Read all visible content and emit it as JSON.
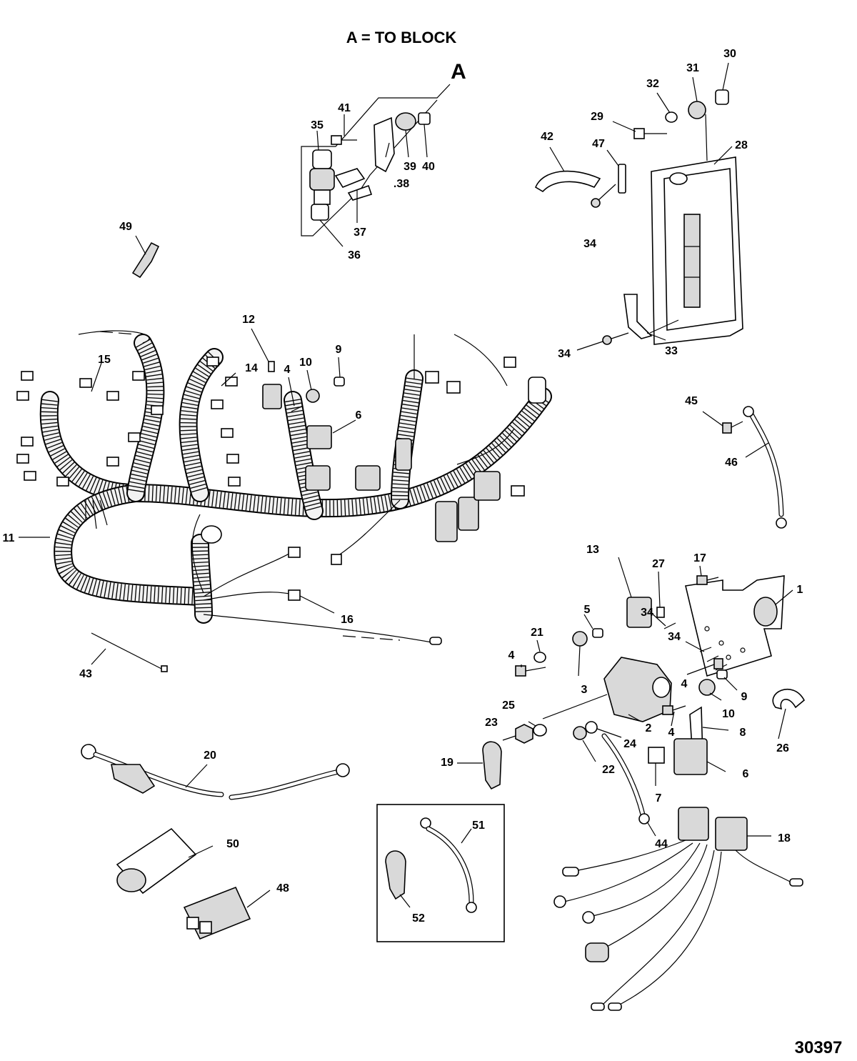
{
  "title": "A = TO BLOCK",
  "detail_marker": "A",
  "figure_number": "30397",
  "callouts": {
    "c1": "1",
    "c2": "2",
    "c3": "3",
    "c4a": "4",
    "c4b": "4",
    "c4c": "4",
    "c4d": "4",
    "c5": "5",
    "c6a": "6",
    "c6b": "6",
    "c7": "7",
    "c8": "8",
    "c9a": "9",
    "c9b": "9",
    "c10a": "10",
    "c10b": "10",
    "c11": "11",
    "c12": "12",
    "c13": "13",
    "c14": "14",
    "c15": "15",
    "c16": "16",
    "c17": "17",
    "c18": "18",
    "c19": "19",
    "c20": "20",
    "c21": "21",
    "c22": "22",
    "c23": "23",
    "c24": "24",
    "c25": "25",
    "c26": "26",
    "c27": "27",
    "c28": "28",
    "c29": "29",
    "c30": "30",
    "c31": "31",
    "c32": "32",
    "c33": "33",
    "c34a": "34",
    "c34b": "34",
    "c34c": "34",
    "c34d": "34",
    "c35": "35",
    "c36": "36",
    "c37": "37",
    "c38": ".38",
    "c39": "39",
    "c40": "40",
    "c41": "41",
    "c42": "42",
    "c43": "43",
    "c44": "44",
    "c45": "45",
    "c46": "46",
    "c47": "47",
    "c48": "48",
    "c49": "49",
    "c50": "50",
    "c51": "51",
    "c52": "52"
  }
}
